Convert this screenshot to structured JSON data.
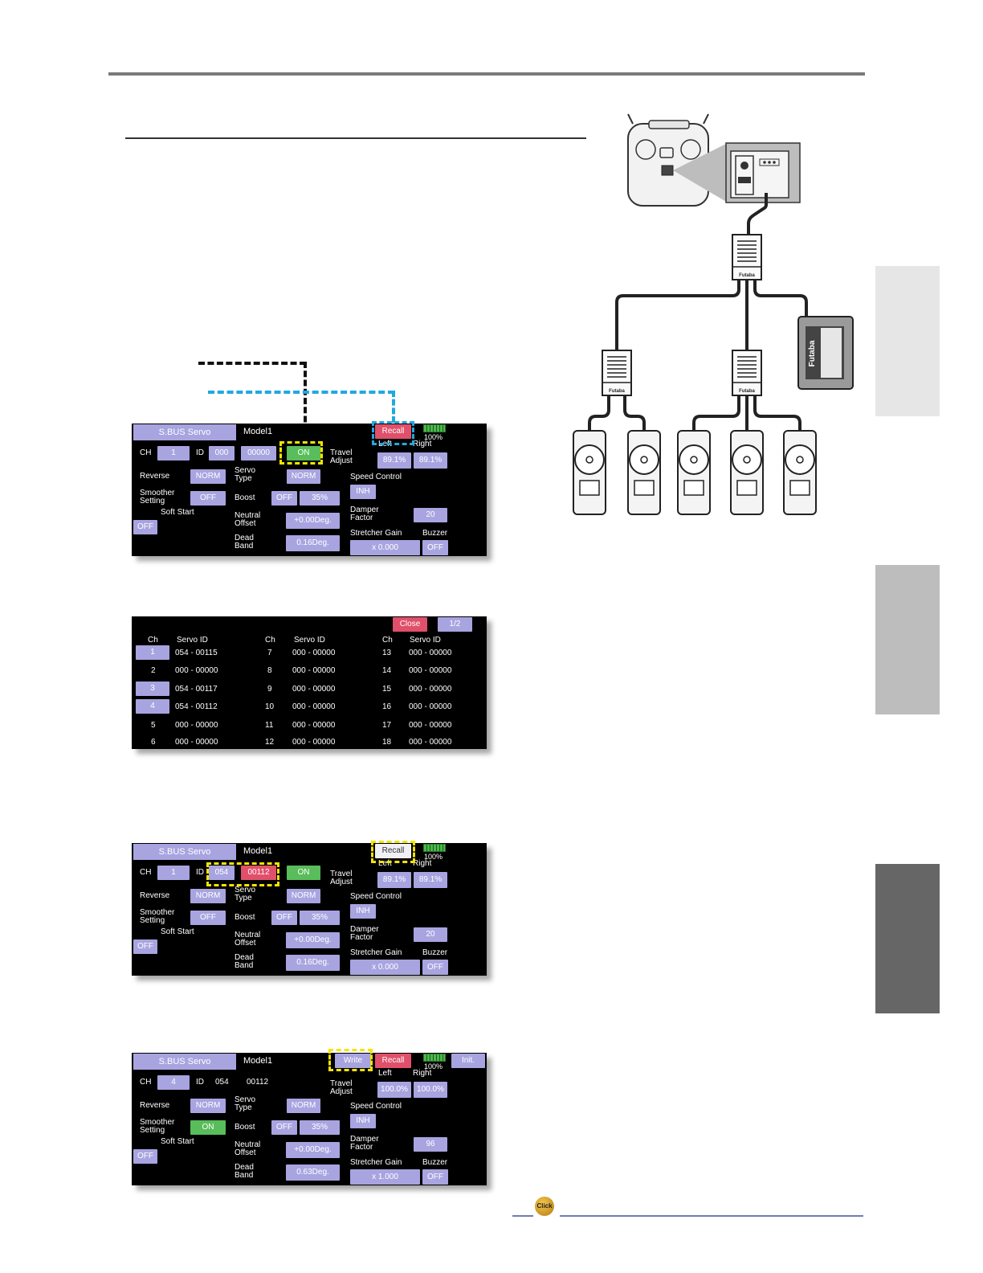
{
  "panel1": {
    "header": "S.BUS Servo",
    "model": "Model1",
    "recall": "Recall",
    "battery": "100%",
    "ch_label": "CH",
    "ch_value": "1",
    "id_label": "ID",
    "id_a": "000",
    "id_b": "00000",
    "on": "ON",
    "travel": "Travel Adjust",
    "left": "Left",
    "right": "Right",
    "left_val": "89.1%",
    "right_val": "89.1%",
    "reverse": "Reverse",
    "reverse_val": "NORM",
    "servo_type": "Servo Type",
    "servo_type_val": "NORM",
    "speed": "Speed Control",
    "speed_val": "INH",
    "smoother": "Smoother Setting",
    "smoother_val": "OFF",
    "boost": "Boost",
    "boost_val": "OFF",
    "boost_pct": "35%",
    "soft_start": "Soft Start",
    "soft_val": "OFF",
    "neutral": "Neutral Offset",
    "neutral_val": "+0.00Deg.",
    "damper": "Damper Factor",
    "damper_val": "20",
    "dead": "Dead Band",
    "dead_val": "0.16Deg.",
    "stretcher": "Stretcher Gain",
    "stretcher_val": "x 0.000",
    "buzzer": "Buzzer",
    "buzzer_val": "OFF"
  },
  "panel2": {
    "close": "Close",
    "page": "1/2",
    "headers": [
      "Ch",
      "Servo ID",
      "Ch",
      "Servo ID",
      "Ch",
      "Servo ID"
    ],
    "rows": [
      [
        "1",
        "054 - 00115",
        "7",
        "000 - 00000",
        "13",
        "000 - 00000"
      ],
      [
        "2",
        "000 - 00000",
        "8",
        "000 - 00000",
        "14",
        "000 - 00000"
      ],
      [
        "3",
        "054 - 00117",
        "9",
        "000 - 00000",
        "15",
        "000 - 00000"
      ],
      [
        "4",
        "054 - 00112",
        "10",
        "000 - 00000",
        "16",
        "000 - 00000"
      ],
      [
        "5",
        "000 - 00000",
        "11",
        "000 - 00000",
        "17",
        "000 - 00000"
      ],
      [
        "6",
        "000 - 00000",
        "12",
        "000 - 00000",
        "18",
        "000 - 00000"
      ]
    ]
  },
  "panel3": {
    "header": "S.BUS Servo",
    "model": "Model1",
    "recall": "Recall",
    "battery": "100%",
    "ch_label": "CH",
    "ch_value": "1",
    "id_label": "ID",
    "id_a": "054",
    "id_b": "00112",
    "on": "ON",
    "travel": "Travel Adjust",
    "left": "Left",
    "right": "Right",
    "left_val": "89.1%",
    "right_val": "89.1%",
    "reverse": "Reverse",
    "reverse_val": "NORM",
    "servo_type": "Servo Type",
    "servo_type_val": "NORM",
    "speed": "Speed Control",
    "speed_val": "INH",
    "smoother": "Smoother Setting",
    "smoother_val": "OFF",
    "boost": "Boost",
    "boost_val": "OFF",
    "boost_pct": "35%",
    "soft_start": "Soft Start",
    "soft_val": "OFF",
    "neutral": "Neutral Offset",
    "neutral_val": "+0.00Deg.",
    "damper": "Damper Factor",
    "damper_val": "20",
    "dead": "Dead Band",
    "dead_val": "0.16Deg.",
    "stretcher": "Stretcher Gain",
    "stretcher_val": "x 0.000",
    "buzzer": "Buzzer",
    "buzzer_val": "OFF"
  },
  "panel4": {
    "header": "S.BUS Servo",
    "model": "Model1",
    "write": "Write",
    "recall": "Recall",
    "battery": "100%",
    "init": "Init.",
    "ch_label": "CH",
    "ch_value": "4",
    "id_label": "ID",
    "id_a": "054",
    "id_b": "00112",
    "travel": "Travel Adjust",
    "left": "Left",
    "right": "Right",
    "left_val": "100.0%",
    "right_val": "100.0%",
    "reverse": "Reverse",
    "reverse_val": "NORM",
    "servo_type": "Servo Type",
    "servo_type_val": "NORM",
    "speed": "Speed Control",
    "speed_val": "INH",
    "smoother": "Smoother Setting",
    "smoother_val": "ON",
    "boost": "Boost",
    "boost_val": "OFF",
    "boost_pct": "35%",
    "soft_start": "Soft Start",
    "soft_val": "OFF",
    "neutral": "Neutral Offset",
    "neutral_val": "+0.00Deg.",
    "damper": "Damper Factor",
    "damper_val": "96",
    "dead": "Dead Band",
    "dead_val": "0.63Deg.",
    "stretcher": "Stretcher Gain",
    "stretcher_val": "x 1.000",
    "buzzer": "Buzzer",
    "buzzer_val": "OFF"
  },
  "diagram": {
    "brand": "Futaba"
  },
  "footer": {
    "click": "Click"
  }
}
